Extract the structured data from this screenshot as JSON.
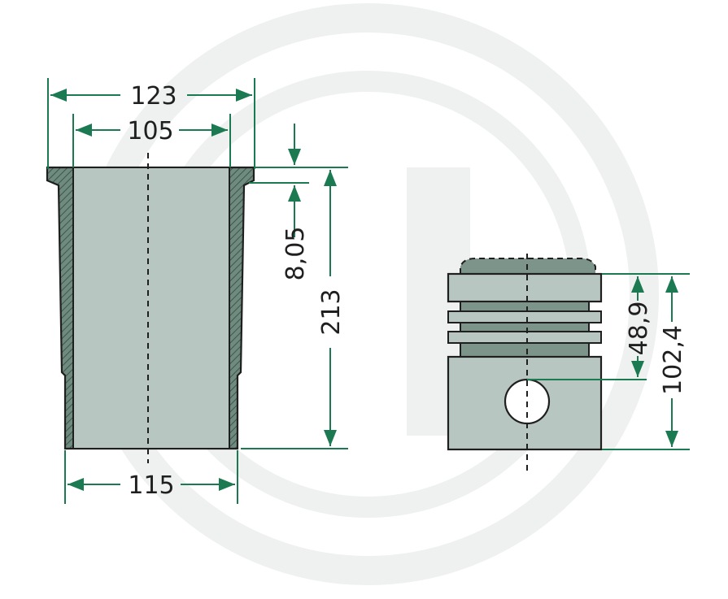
{
  "dimensions": {
    "liner_flange_outer": "123",
    "liner_bore": "105",
    "liner_outer": "115",
    "liner_flange_height": "8,05",
    "liner_length": "213",
    "piston_pin_height": "48,9",
    "piston_height": "102,4"
  },
  "colors": {
    "dimension": "#1b7a52",
    "part_fill": "#b7c6c0",
    "part_dark": "#7c9489",
    "outline": "#1f1f1f",
    "watermark": "#eef1f0"
  }
}
